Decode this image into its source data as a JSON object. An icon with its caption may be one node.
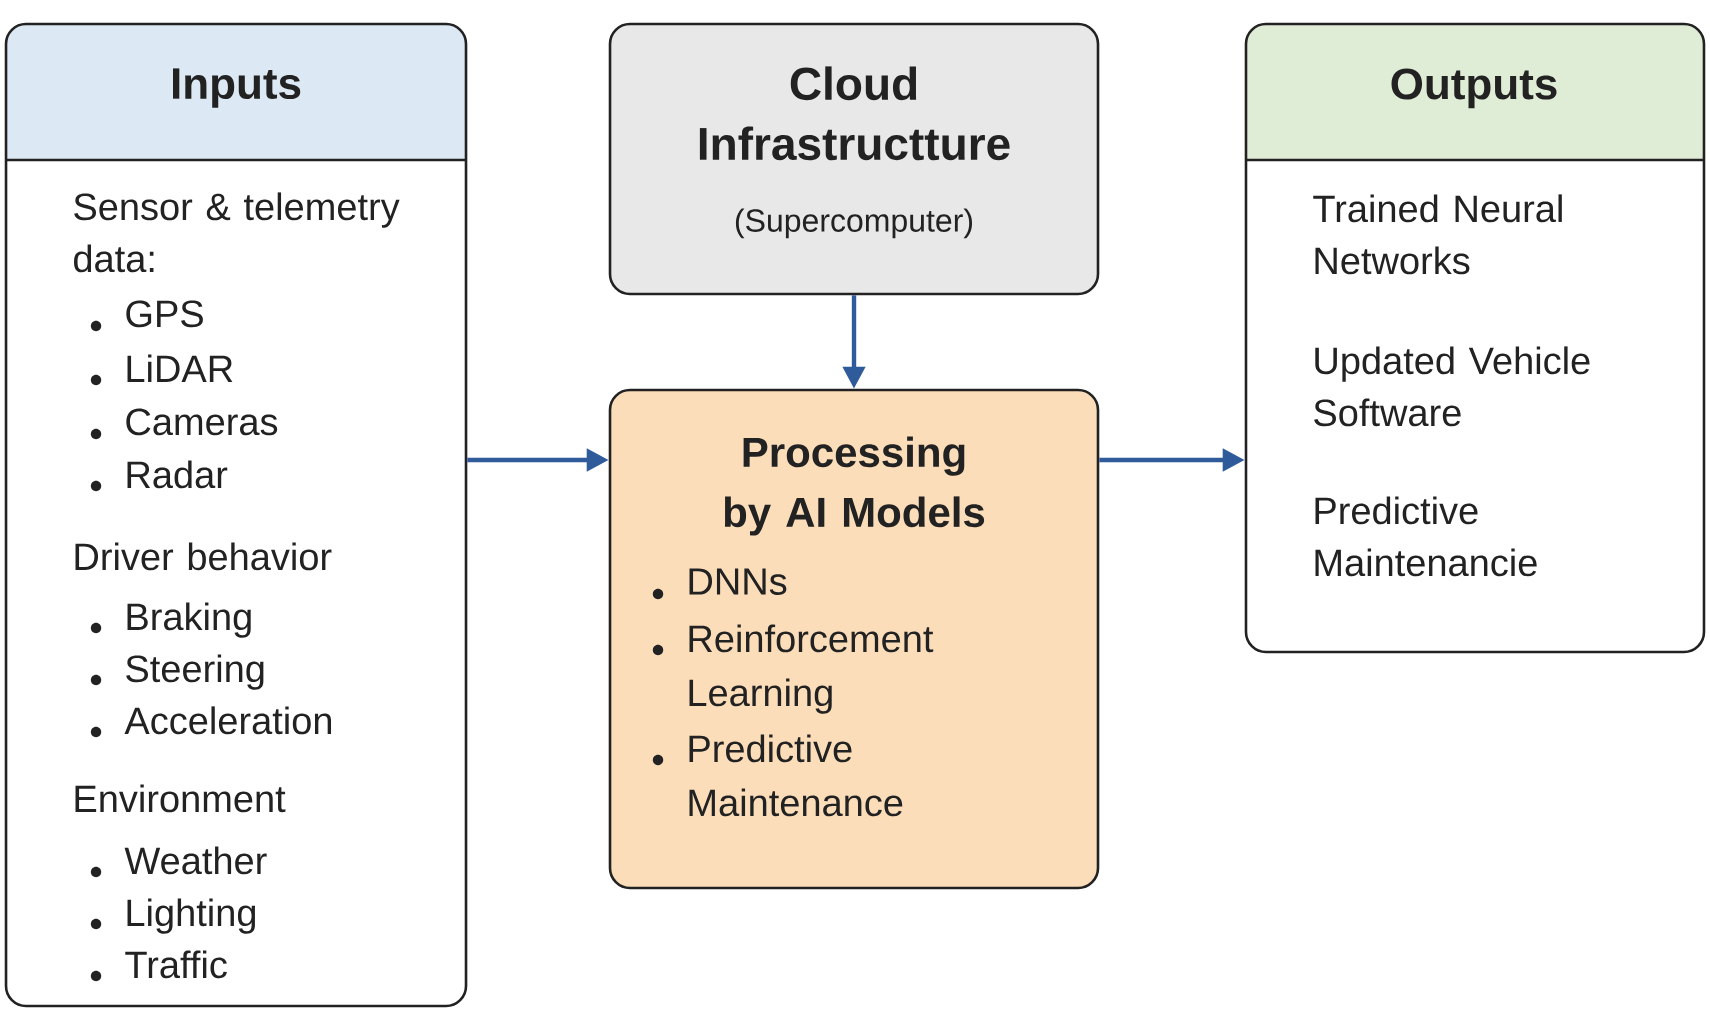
{
  "diagram": {
    "nodes": [
      {
        "text": [
          "Inputs",
          "Sensor & telemetry data:",
          "GPS",
          "LiDAR",
          "Cameras",
          "Radar",
          "Driver behavior",
          "Braking",
          "Steering",
          "Acceleration",
          "Environment",
          "Weather",
          "Lighting",
          "Traffic"
        ]
      },
      {
        "text": [
          "Cloud Infrastructture",
          "(Supercomputer)"
        ]
      },
      {
        "text": [
          "Processing by AI Models",
          "DNNs",
          "Reinforcement Learning",
          "Predictive Maintenance"
        ]
      },
      {
        "text": [
          "Outputs",
          "Trained Neural Networks",
          "Updated Vehicle Software",
          "Predictive Maintenancie"
        ]
      }
    ],
    "edges": [
      {
        "from": 0,
        "to": 2,
        "arrow": "to"
      },
      {
        "from": 1,
        "to": 2,
        "arrow": "to"
      },
      {
        "from": 2,
        "to": 3,
        "arrow": "to"
      }
    ]
  }
}
